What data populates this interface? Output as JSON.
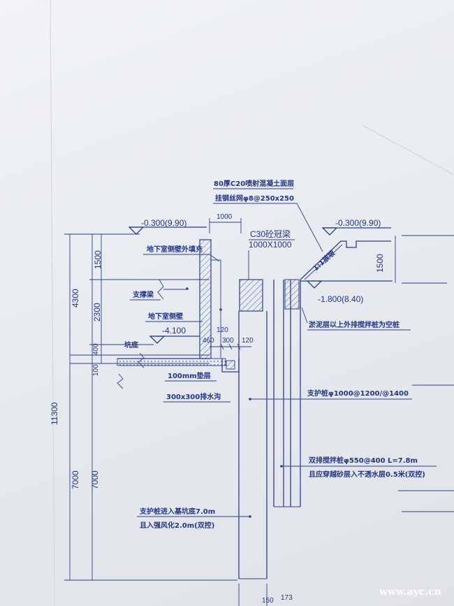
{
  "labels": {
    "top_note_1": "80厚C20喷射混凝土面层",
    "top_note_2": "挂钢丝网φ8@250x250",
    "elev_left_top": "-0.300(9.90)",
    "elev_right_top": "-0.300(9.90)",
    "dim_1000": "1000",
    "beam_1": "C30砼冠梁",
    "beam_2": "1000X1000",
    "fill_label": "地下室侧壁外填充",
    "slope": "1:1放坡",
    "dim_1500_right": "1500",
    "elev_mid_right": "-1.800(8.40)",
    "silt_note": "淤泥层以上外排搅拌桩为空桩",
    "support_beam": "支撑梁",
    "basement_wall": "地下室侧壁",
    "elev_inner": "-4.100",
    "dim_120_top": "120",
    "dim_460": "460",
    "dim_300": "300",
    "dim_120_right": "120",
    "pit_bottom": "坑底",
    "cushion": "100mm垫层",
    "drain": "300x300排水沟",
    "pile_note": "支护桩φ1000@1200/@1400",
    "mix_pile_1": "双排搅拌桩φ550@400 L=7.8m",
    "mix_pile_2": "且应穿越砂层入不透水层0.5米(双控)",
    "pile_embed_1": "支护桩进入基坑底7.0m",
    "pile_embed_2": "且入强风化2.0m(双控)",
    "dim_1500_left": "1500",
    "dim_4300": "4300",
    "dim_2300": "2300",
    "dim_400": "400",
    "dim_100": "100",
    "dim_11300": "11300",
    "dim_7000_a": "7000",
    "dim_7000_b": "7000",
    "dim_150": "150",
    "dim_173": "173",
    "watermark": "www.ayc.cn"
  },
  "colors": {
    "ink": "#2a3f8f",
    "paper": "#eef1f4"
  }
}
